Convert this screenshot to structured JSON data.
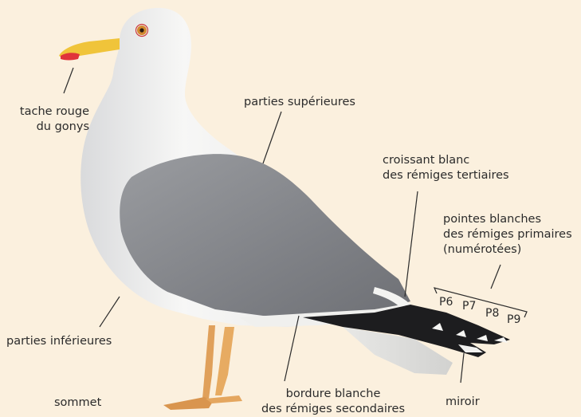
{
  "labels": {
    "tache_rouge": [
      "tache rouge",
      "du gonys"
    ],
    "parties_superieures": "parties supérieures",
    "croissant_blanc": [
      "croissant blanc",
      "des rémiges tertiaires"
    ],
    "pointes_blanches": [
      "pointes blanches",
      "des rémiges primaires",
      "(numérotées)"
    ],
    "parties_inferieures": "parties inférieures",
    "bordure_blanche": [
      "bordure blanche",
      "des rémiges secondaires"
    ],
    "miroir": "miroir",
    "sommet": "sommet"
  },
  "primaries": [
    "P6",
    "P7",
    "P8",
    "P9"
  ],
  "colors": {
    "background": "#fbf0de",
    "mantle_grey": "#8e9094",
    "white_plumage": "#f1f1f0",
    "bill_yellow": "#f0c43a",
    "gonys_red": "#e0343a",
    "legs": "#e3a35a",
    "wingtip_black": "#1d1d1f"
  }
}
